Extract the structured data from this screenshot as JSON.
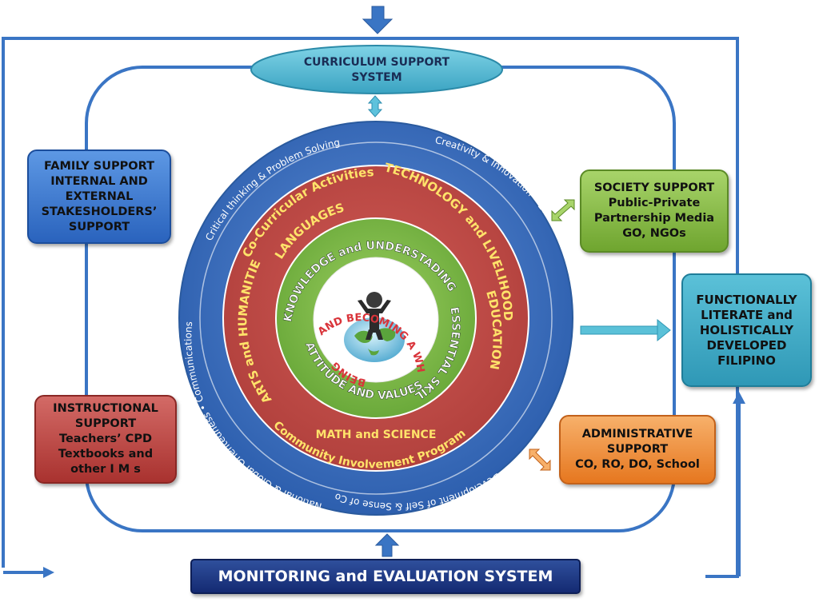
{
  "header_label": "",
  "curriculum": {
    "line1": "CURRICULUM SUPPORT",
    "line2": "SYSTEM"
  },
  "family": {
    "lines": [
      "FAMILY SUPPORT",
      "INTERNAL AND",
      "EXTERNAL",
      "STAKESHOLDERS’",
      "SUPPORT"
    ]
  },
  "instructional": {
    "lines": [
      "INSTRUCTIONAL",
      "SUPPORT",
      "Teachers’ CPD",
      "Textbooks and",
      "other I M s"
    ]
  },
  "society": {
    "lines": [
      "SOCIETY SUPPORT",
      "Public-Private",
      "Partnership Media",
      "GO, NGOs"
    ]
  },
  "administrative": {
    "lines": [
      "ADMINISTRATIVE",
      "SUPPORT",
      "CO, RO, DO, School"
    ]
  },
  "outcome": {
    "lines": [
      "FUNCTIONALLY",
      "LITERATE and",
      "HOLISTICALLY",
      "DEVELOPED",
      "FILIPINO"
    ]
  },
  "monitoring": {
    "label": "MONITORING and EVALUATION SYSTEM"
  },
  "rings": {
    "outer_top": "Creativity & Innovation • Ethical, Moral, Spiritual Values • Life & Career Competencies • Development of Self & Sense of Community",
    "outer_left": "Critical thinking & Problem Solving •",
    "outer_bottom": "National & Global Orientedness • Communications & Literacies •",
    "red_technology": "TECHNOLOGY and LIVELIHOOD",
    "red_education": "EDUCATION",
    "red_cocurricular": "Co-Curricular Activities",
    "red_languages": "LANGUAGES",
    "red_arts": "ARTS and HUMANITIES",
    "red_math": "MATH and SCIENCE",
    "red_community": "Community Involvement Program",
    "green_knowledge": "KNOWLEDGE and UNDERSTADING",
    "green_essential": "ESSENTIAL SKILLS",
    "green_attitude": "ATTITUDE AND VALUES",
    "inner_becoming": "AND BECOMING A WHOLE PERSON",
    "inner_being": "BEING"
  }
}
